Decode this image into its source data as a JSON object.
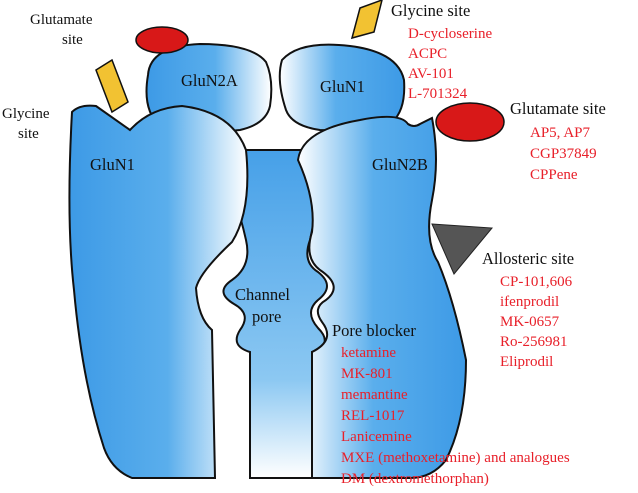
{
  "colors": {
    "receptor_blue": "#4aa3e8",
    "outline": "#111111",
    "glutamate_site": "#d81818",
    "glycine_site": "#f2c232",
    "allosteric_site": "#555555",
    "drug_text": "#e8202a"
  },
  "subunits": {
    "top_left": "GluN2A",
    "top_right": "GluN1",
    "bottom_left": "GluN1",
    "bottom_right": "GluN2B"
  },
  "pore": {
    "line1": "Channel",
    "line2": "pore"
  },
  "sites": {
    "glutamate_top_left": {
      "line1": "Glutamate",
      "line2": "site"
    },
    "glycine_left": {
      "line1": "Glycine",
      "line2": "site"
    },
    "glycine_top_right": {
      "title": "Glycine site",
      "drugs": [
        "D-cycloserine",
        "ACPC",
        "AV-101",
        "L-701324"
      ]
    },
    "glutamate_right": {
      "title": "Glutamate site",
      "drugs": [
        "AP5, AP7",
        "CGP37849",
        "CPPene"
      ]
    },
    "allosteric": {
      "title": "Allosteric site",
      "drugs": [
        "CP-101,606",
        "ifenprodil",
        "MK-0657",
        "Ro-256981",
        "Eliprodil"
      ]
    },
    "pore_blocker": {
      "title": "Pore blocker",
      "drugs": [
        "ketamine",
        "MK-801",
        "memantine",
        "REL-1017",
        "Lanicemine",
        "MXE (methoxetamine) and analogues",
        "DM (dextromethorphan)"
      ]
    }
  }
}
